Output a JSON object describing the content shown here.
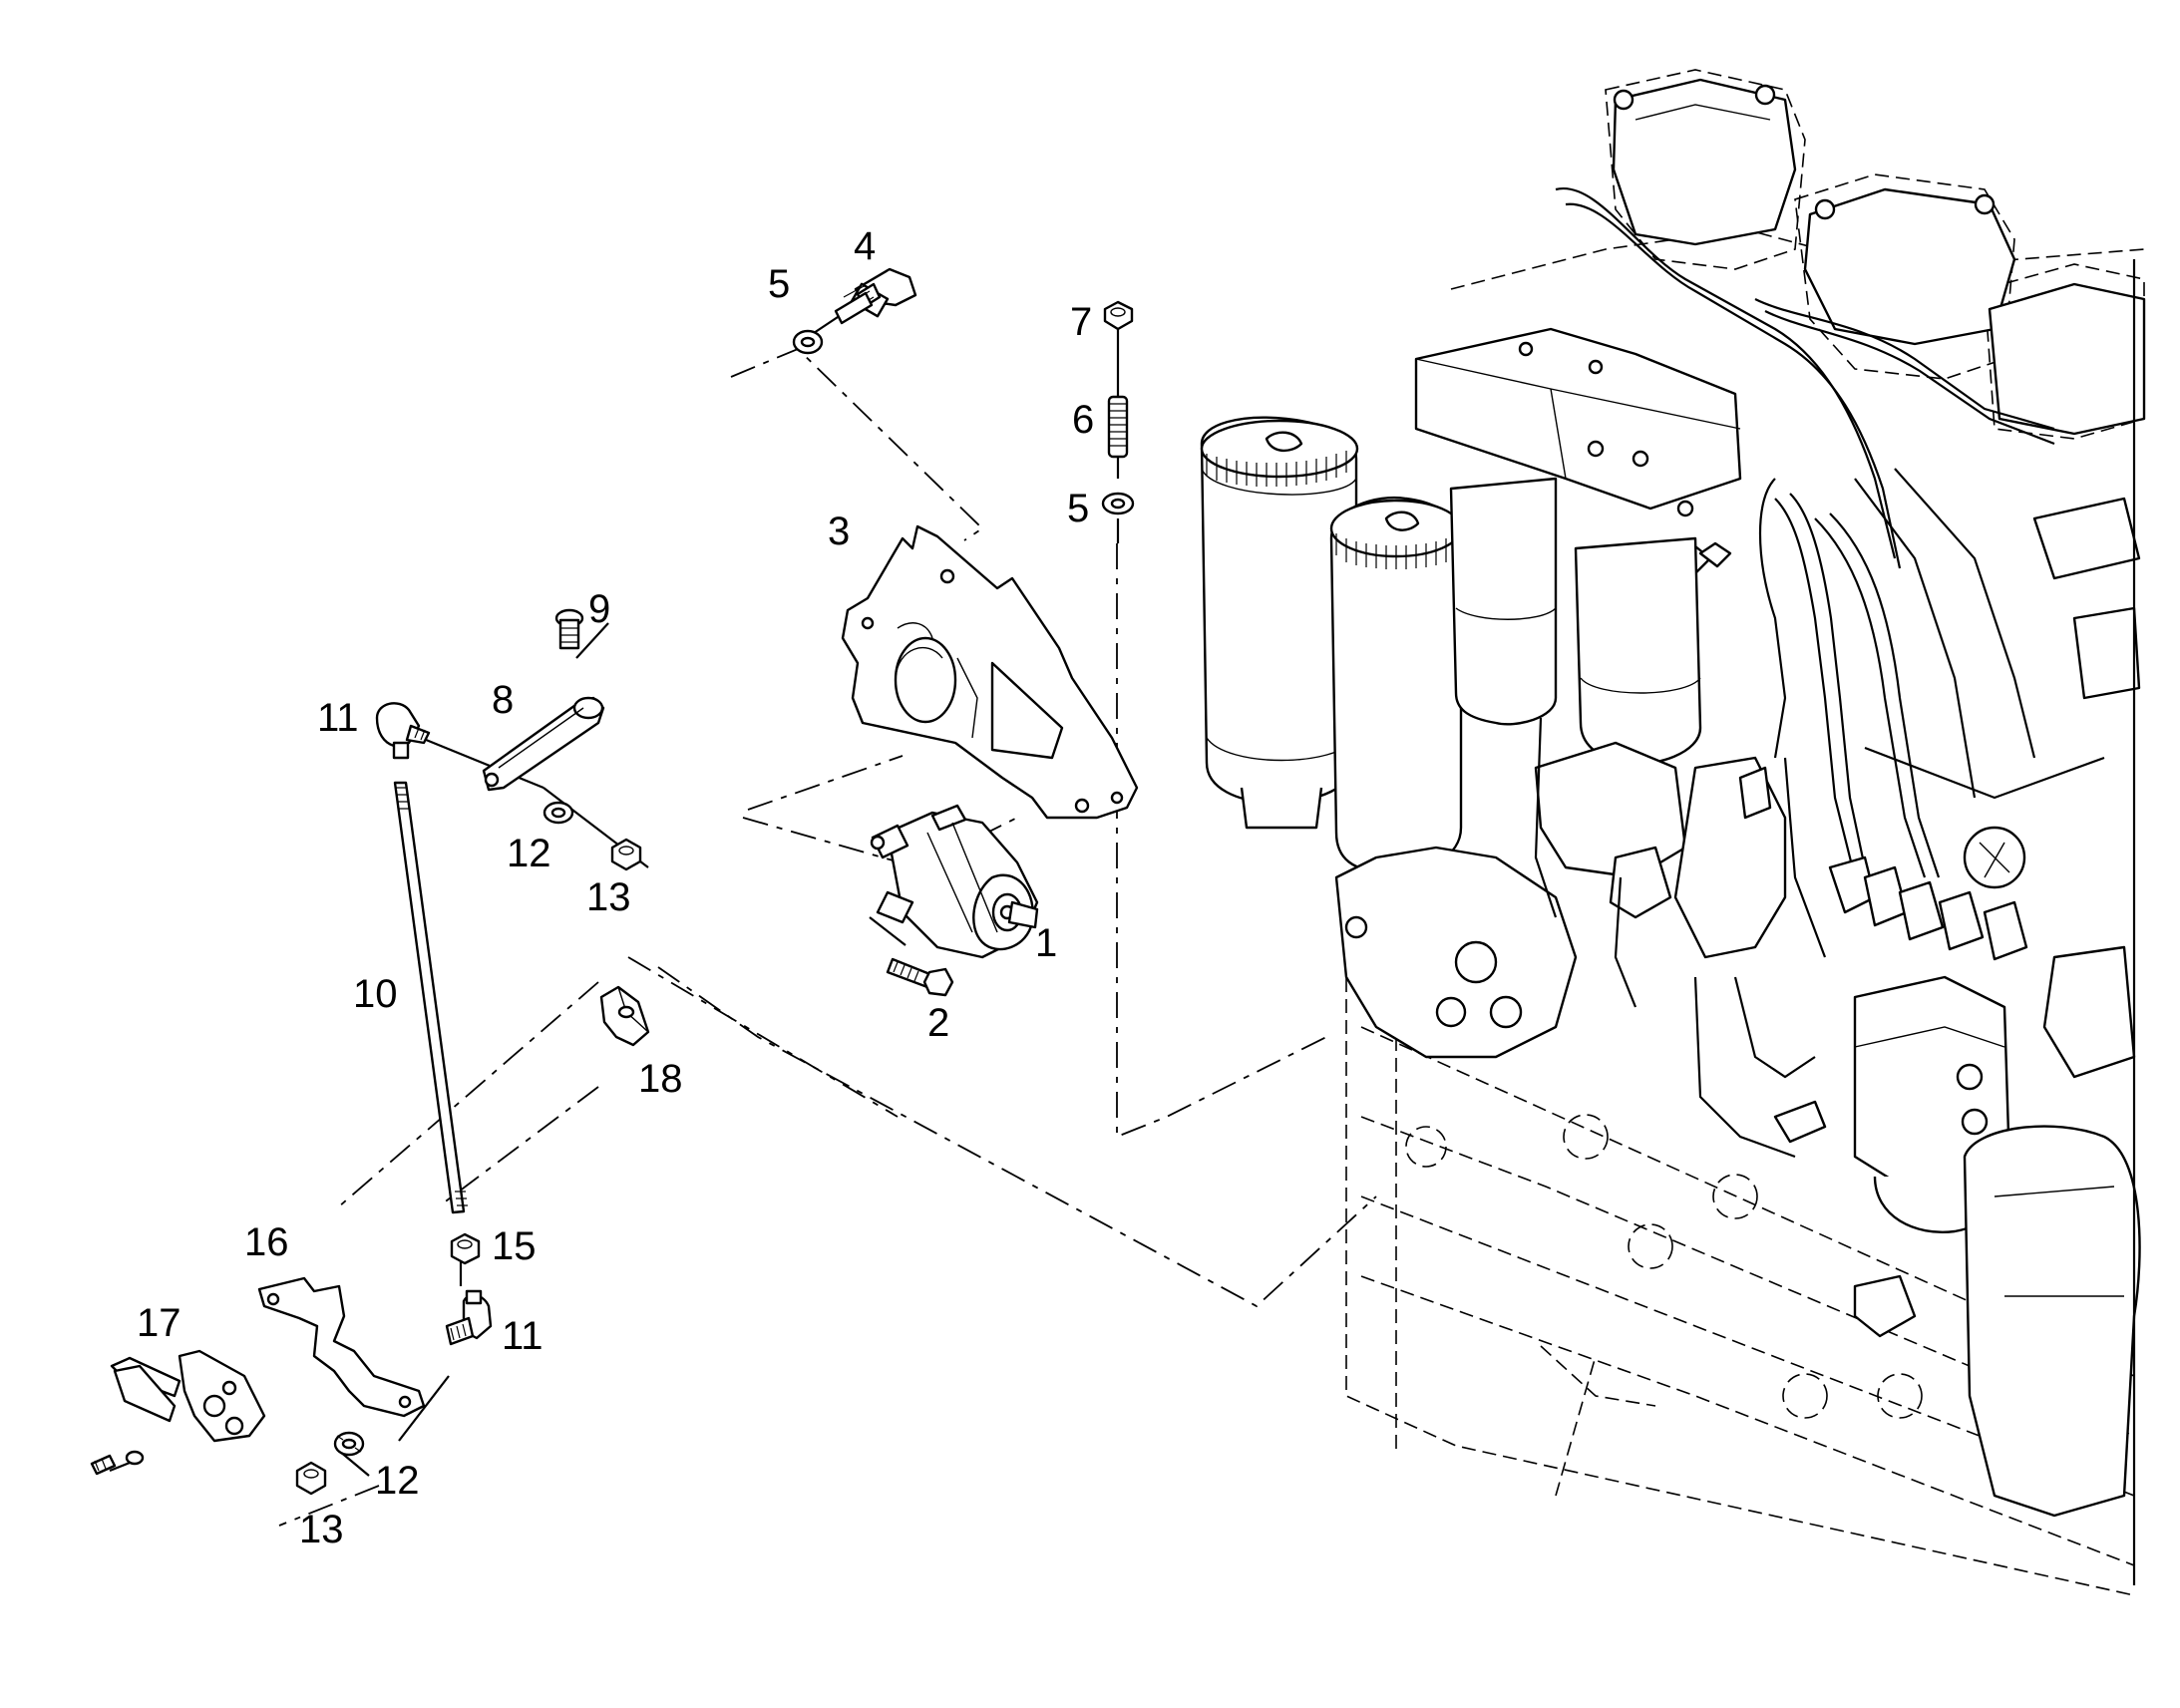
{
  "callouts": {
    "c1": "1",
    "c2": "2",
    "c3": "3",
    "c4": "4",
    "c5a": "5",
    "c5b": "5",
    "c6": "6",
    "c7": "7",
    "c8": "8",
    "c9": "9",
    "c10": "10",
    "c11a": "11",
    "c11b": "11",
    "c12a": "12",
    "c12b": "12",
    "c13a": "13",
    "c13b": "13",
    "c15": "15",
    "c16": "16",
    "c17": "17",
    "c18": "18"
  }
}
